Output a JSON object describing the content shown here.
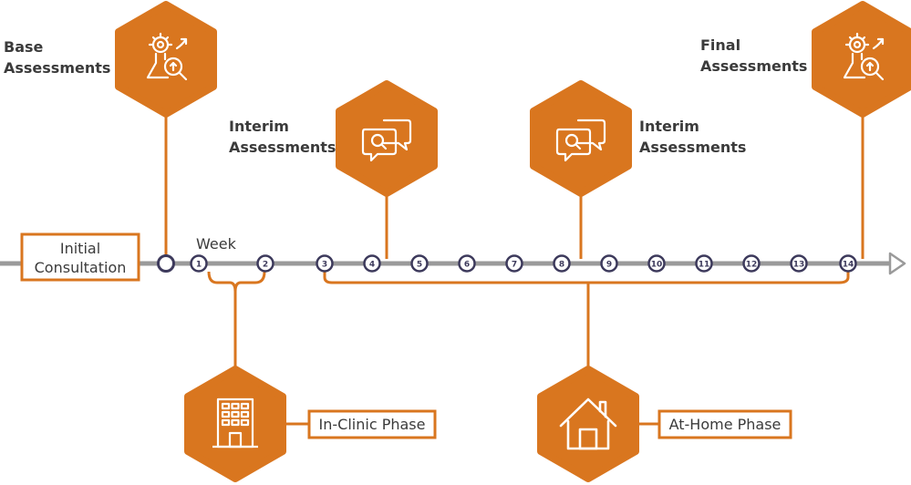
{
  "labels": {
    "base_line1": "Base",
    "base_line2": "Assessments",
    "interim1_line1": "Interim",
    "interim1_line2": "Assessments",
    "interim2_line1": "Interim",
    "interim2_line2": "Assessments",
    "final_line1": "Final",
    "final_line2": "Assessments",
    "initial_line1": "Initial",
    "initial_line2": "Consultation",
    "week": "Week",
    "in_clinic": "In-Clinic Phase",
    "at_home": "At-Home Phase"
  },
  "weeks": [
    "1",
    "2",
    "3",
    "4",
    "5",
    "6",
    "7",
    "8",
    "9",
    "10",
    "11",
    "12",
    "13",
    "14"
  ],
  "icons": {
    "base": "lab-analysis-icon",
    "interim1": "chat-search-icon",
    "interim2": "chat-search-icon",
    "final": "lab-analysis-icon",
    "in_clinic": "building-icon",
    "at_home": "house-icon"
  },
  "colors": {
    "accent": "#d9761f",
    "timeline": "#9a9a9a",
    "circle_stroke": "#3d3a5c",
    "text": "#3b3b3b"
  }
}
